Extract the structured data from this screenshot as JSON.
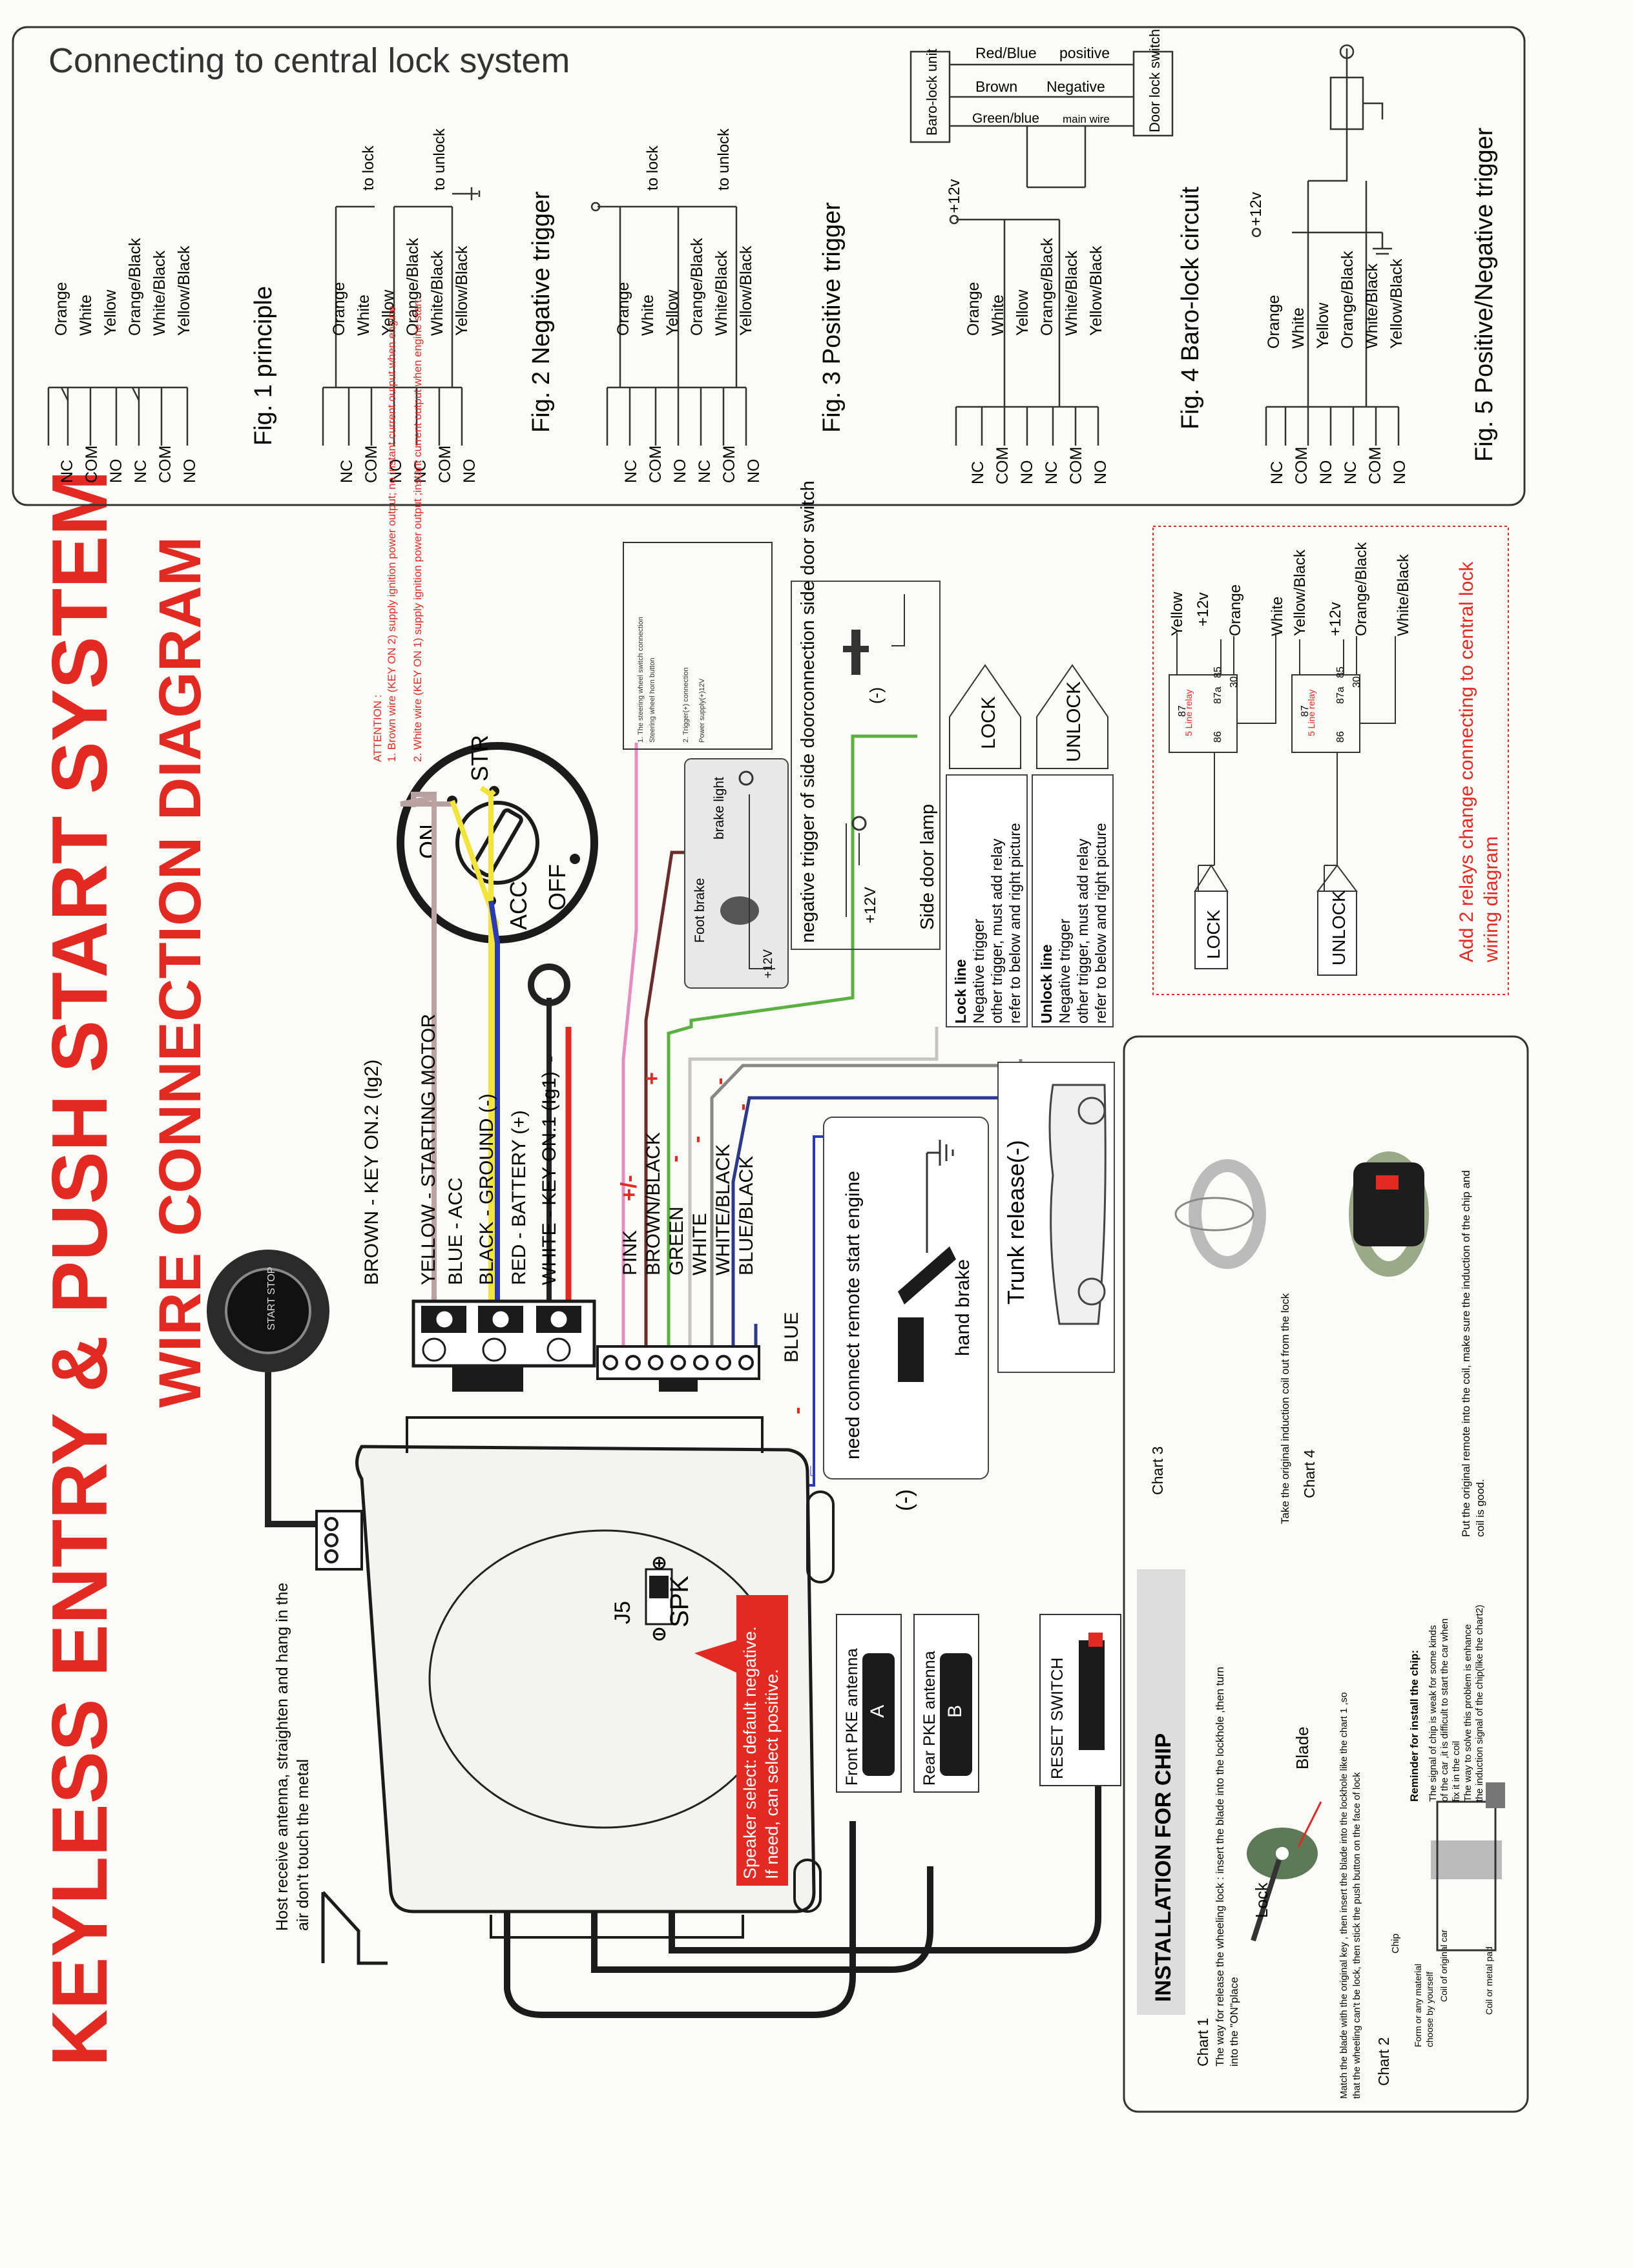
{
  "title": {
    "line1": "KEYLESS ENTRY & PUSH START SYSTEM",
    "line2": "WIRE CONNECTION DIAGRAM"
  },
  "central_lock": {
    "heading": "Connecting to central lock system",
    "pins": [
      "NC",
      "COM",
      "NO",
      "NC",
      "COM",
      "NO"
    ],
    "wires": [
      "Orange",
      "White",
      "Yellow",
      "Orange/Black",
      "White/Black",
      "Yellow/Black"
    ],
    "to_lock": "to lock",
    "to_unlock": "to unlock",
    "plus12v": "+12v",
    "fig1": "Fig. 1  principle",
    "fig2": "Fig. 2  Negative trigger",
    "fig3": "Fig. 3  Positive trigger",
    "fig4": "Fig. 4  Baro-lock circuit",
    "fig5": "Fig. 5  Positive/Negative trigger",
    "baro": {
      "unit": "Baro-lock unit",
      "switch": "Door lock switch",
      "red_blue": "Red/Blue",
      "positive": "positive",
      "brown": "Brown",
      "negative": "Negative",
      "green_blue": "Green/blue",
      "main_wire": "main wire"
    }
  },
  "attention": {
    "title": "ATTENTION :",
    "line1": "1. Brown wire (KEY ON 2) supply ignition power output; no instant current output when engine",
    "line2": "2. White wire (KEY ON 1) supply ignition power output ;instant current output when engine start ."
  },
  "ignition": {
    "on": "ON",
    "str": "STR",
    "acc": "ACC",
    "off": "OFF"
  },
  "power_wires": [
    "BROWN  - KEY ON.2  (Ig2)",
    "YELLOW - STARTING MOTOR",
    "BLUE      - ACC",
    "BLACK    - GROUND (-)",
    "RED        - BATTERY (+)",
    "WHITE    - KEY ON.1 (Ig1)"
  ],
  "signal_wires": [
    "PINK",
    "BROWN/BLACK",
    "GREEN",
    "WHITE",
    "WHITE/BLACK",
    "BLUE/BLACK"
  ],
  "signal_marks": {
    "pink": "+/-",
    "brown_black": "+",
    "minus": "-",
    "blue": "BLUE",
    "trigger": "(-)"
  },
  "steering": {
    "r1": "1. The steering wheel switch connection",
    "r2": "Steering wheel horn button",
    "r3": "2. Trigger(+) connection",
    "r4": "Power supply(+)12V"
  },
  "brake": {
    "foot": "Foot brake",
    "light": "brake light",
    "plus12": "+12V"
  },
  "side_door": {
    "label": "negative trigger of side doorconnection  side door switch",
    "lamp": "Side door lamp",
    "plus12": "+12V",
    "minus": "(-)"
  },
  "lock_line": {
    "lock": "LOCK",
    "unlock": "UNLOCK",
    "lock_title": "Lock line",
    "unlock_title": "Unlock line",
    "desc1": "Negative trigger",
    "desc2": "other trigger, must add relay",
    "desc3": "refer to below and right picture"
  },
  "relays": {
    "title": "5 Line relay",
    "pins": [
      "86",
      "87a",
      "85",
      "30",
      "87"
    ],
    "yellow": "Yellow",
    "orange": "Orange",
    "white": "White",
    "yellow_black": "Yellow/Black",
    "orange_black": "Orange/Black",
    "white_black": "White/Black",
    "plus12": "+12v",
    "lock": "LOCK",
    "unlock": "UNLOCK",
    "note1": "Add 2 relays change connecting to central lock",
    "note2": "wiring diagram"
  },
  "accessories": {
    "engine_note": "need connect remote start engine",
    "hand_brake": "hand brake",
    "trunk": "Trunk release(-)",
    "start_button": "START STOP",
    "antenna_note1": "Host receive antenna, straighten and hang in the",
    "antenna_note2": "air don't touch the metal",
    "front_pke": "Front PKE antenna",
    "rear_pke": "Rear PKE antenna",
    "a": "A",
    "b": "B",
    "reset": "RESET SWITCH",
    "j5": "J5",
    "spk": "SPK",
    "speaker1": "Speaker select: default negative.",
    "speaker2": "If need, can select positive."
  },
  "chip": {
    "title": "INSTALLATION FOR CHIP",
    "chart1": "Chart 1",
    "chart1_t1": "The way for release the wheeling lock : insert the blade into the lockhole ,then turn",
    "chart1_t2": "into the \"ON\"place",
    "lock": "Lock",
    "blade": "Blade",
    "match1": "Match the blade with the original key , then insert the blade into the lockhole like the chart 1 ,so",
    "match2": "that the wheeling can't be lock, then stick the push button on the face of lock",
    "chart2": "Chart 2",
    "chip": "Chip",
    "form1": "Form or any material",
    "form2": "choose by yourself",
    "coil_car": "Coil of original car",
    "coil_pad": "Coil or metal pad",
    "reminder": "Reminder for install the chip:",
    "rem1": "The signal of chip is weak for some kinds",
    "rem2": "of the car ,it is difficult to start the car when",
    "rem3": "fix it in the coil",
    "rem4": "The way to solve this problem is enhance",
    "rem5": "the induction signal of the chip(like the chart2)",
    "chart3": "Chart 3",
    "chart4": "Chart 4",
    "take": "Take the original induction coil  out from the lock",
    "put1": "Put the original remote into the coil, make sure the induction of the chip and",
    "put2": "coil is good."
  }
}
